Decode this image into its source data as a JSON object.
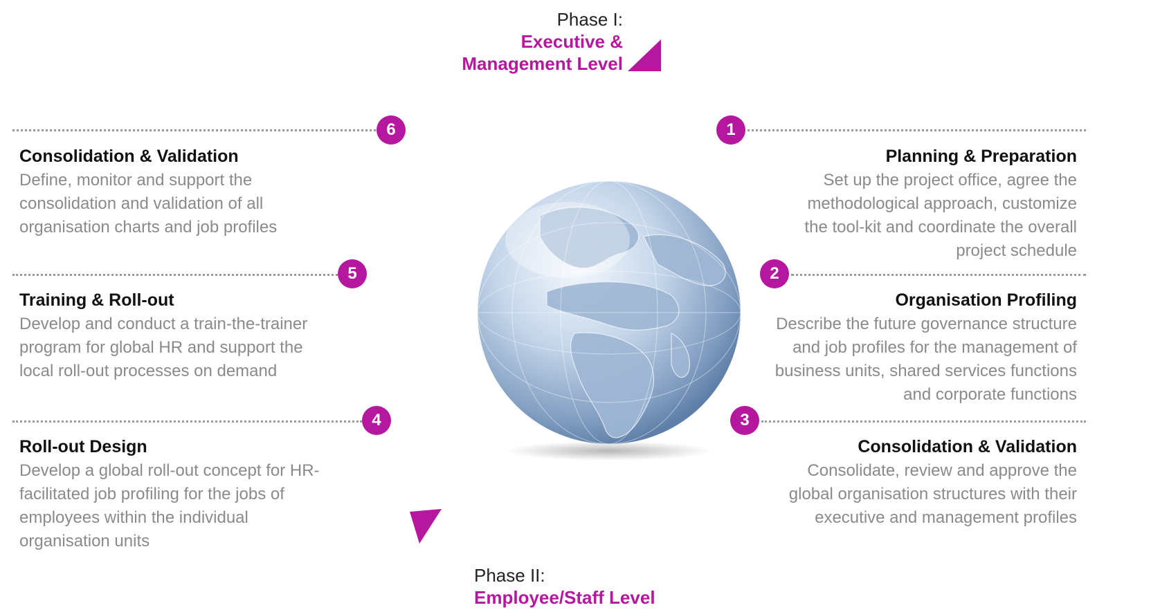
{
  "phase1": {
    "label": "Phase I:",
    "title_line1": "Executive &",
    "title_line2": "Management Level"
  },
  "phase2": {
    "label": "Phase II:",
    "title": "Employee/Staff Level"
  },
  "steps": [
    {
      "number": "1",
      "title": "Planning & Preparation",
      "description": "Set up the project office, agree the methodological approach, customize the tool-kit and coordinate the overall project schedule"
    },
    {
      "number": "2",
      "title": "Organisation Profiling",
      "description": "Describe the future governance structure and job profiles for the management of business units, shared services functions and corporate functions"
    },
    {
      "number": "3",
      "title": "Consolidation & Validation",
      "description": "Consolidate, review and approve the global organisation structures with their executive and management profiles"
    },
    {
      "number": "4",
      "title": "Roll-out Design",
      "description": "Develop a global roll-out concept for HR-facilitated job profiling for the jobs of employees within the individual organisation units"
    },
    {
      "number": "5",
      "title": "Training & Roll-out",
      "description": "Develop and conduct a train-the-trainer program for global HR and support the local roll-out processes on demand"
    },
    {
      "number": "6",
      "title": "Consolidation & Validation",
      "description": "Define, monitor and support the consolidation and validation of all organisation charts and job profiles"
    }
  ],
  "colors": {
    "accent": "#b5179e",
    "desc": "#8a8a8a",
    "dots": "#9a9a9a"
  },
  "icons": {
    "globe": "globe-icon",
    "arrow": "triangle-pointer-icon"
  }
}
